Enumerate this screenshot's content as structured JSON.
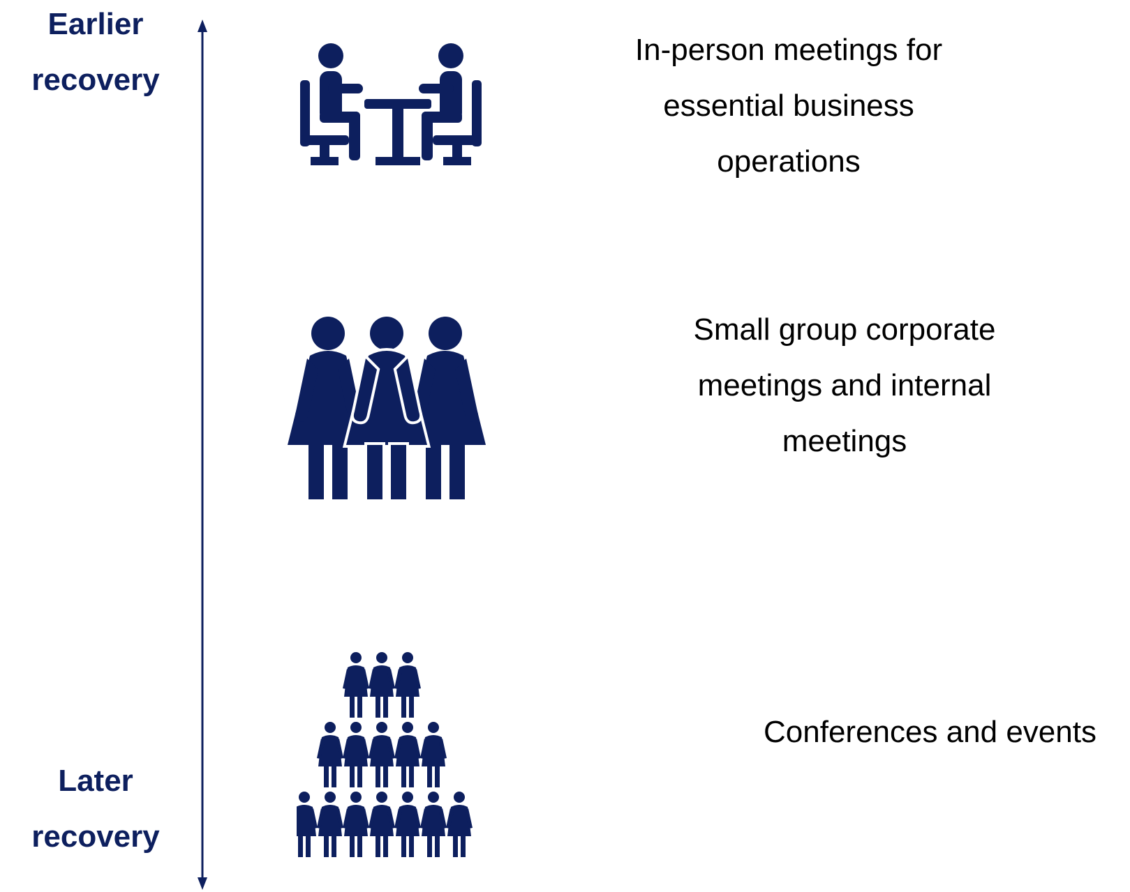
{
  "axis": {
    "top_label": [
      "Earlier",
      "recovery"
    ],
    "bottom_label": [
      "Later",
      "recovery"
    ]
  },
  "stages": [
    {
      "icon": "business-meeting-icon",
      "lines": [
        "In-person meetings for",
        "essential business",
        "operations"
      ]
    },
    {
      "icon": "small-group-icon",
      "lines": [
        "Small group corporate",
        "meetings and internal",
        "meetings"
      ]
    },
    {
      "icon": "crowd-icon",
      "lines": [
        "Conferences and events"
      ]
    }
  ],
  "colors": {
    "navy": "#0d1f5e",
    "text": "#000000",
    "background": "#ffffff"
  }
}
